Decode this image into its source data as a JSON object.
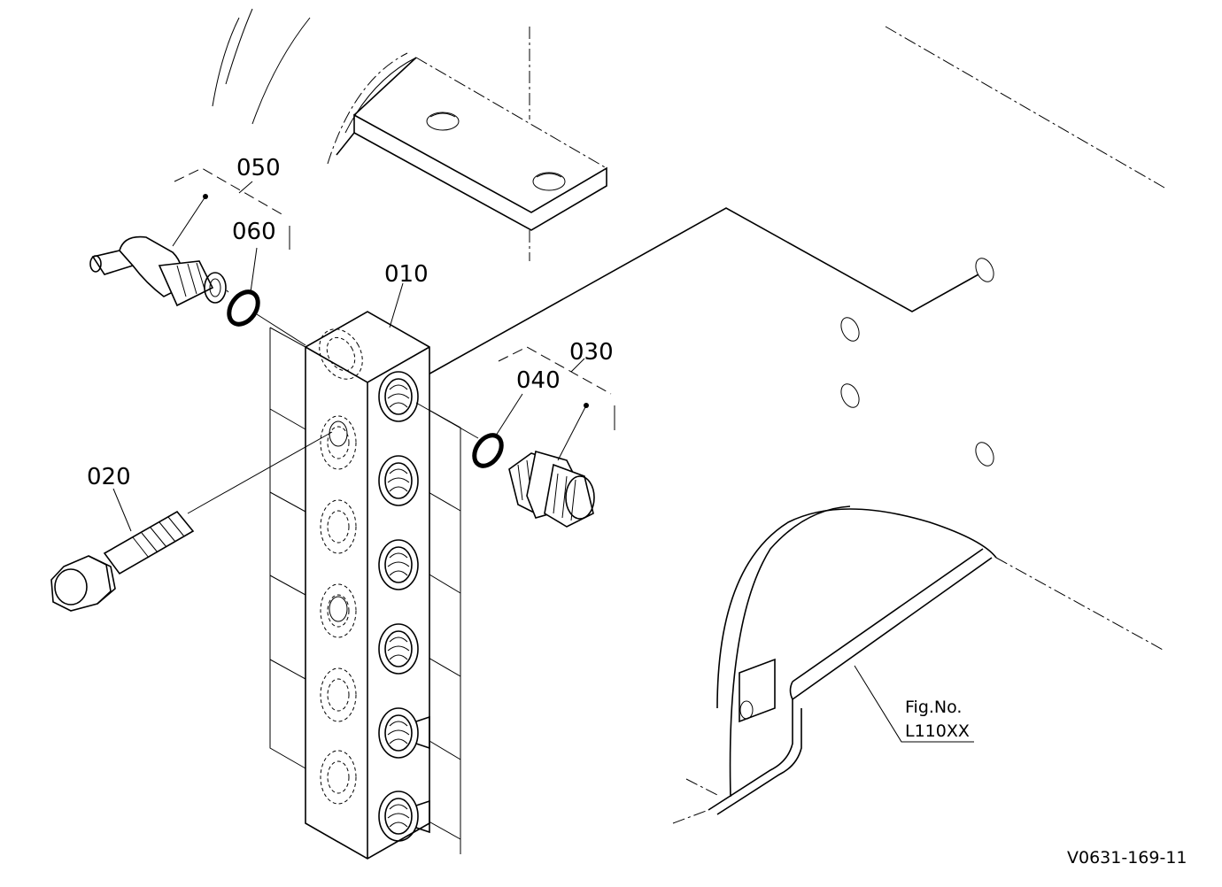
{
  "part_labels": {
    "p010": "010",
    "p020": "020",
    "p030": "030",
    "p040": "040",
    "p050": "050",
    "p060": "060"
  },
  "figure": {
    "caption_line1": "Fig.No.",
    "caption_line2": "L110XX",
    "drawing_code": "V0631-169-11"
  },
  "colors": {
    "line": "#000000",
    "background": "#ffffff"
  }
}
